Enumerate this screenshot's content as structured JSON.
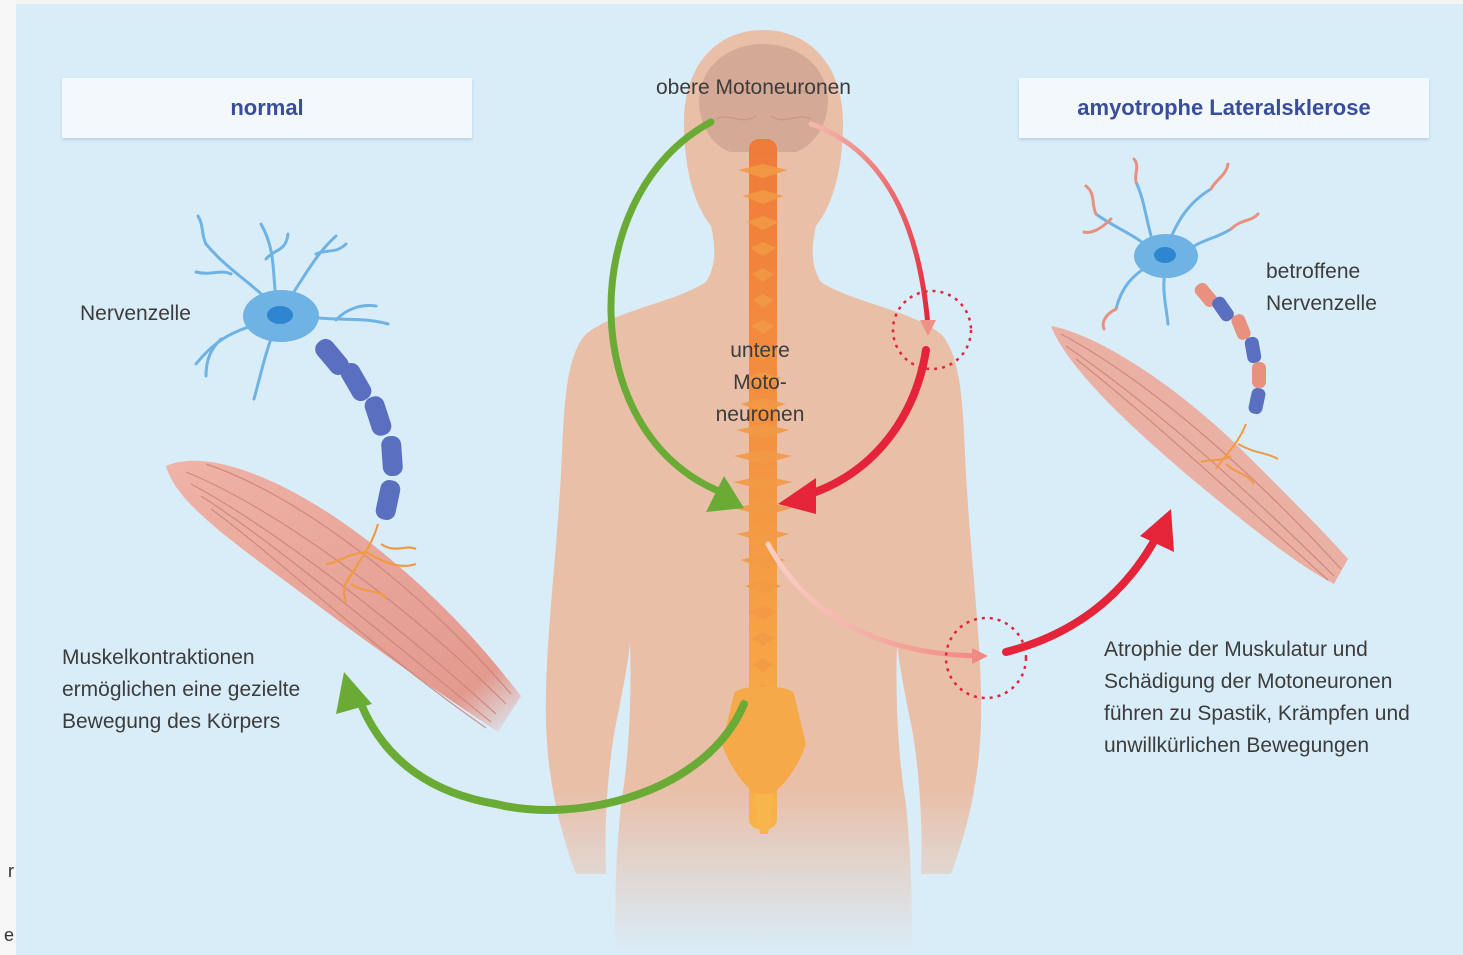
{
  "headers": {
    "normal": "normal",
    "als": "amyotrophe Lateralsklerose"
  },
  "labels": {
    "obere_motoneuronen": "obere Motoneuronen",
    "untere_motoneuronen": [
      "untere",
      "Moto-",
      "neuronen"
    ],
    "nervenzelle": "Nervenzelle",
    "betroffene_nervenzelle": [
      "betroffene",
      "Nervenzelle"
    ],
    "muskelkontraktionen": [
      "Muskelkontraktionen",
      "ermöglichen eine gezielte",
      "Bewegung des Körpers"
    ],
    "atrophie": [
      "Atrophie der Muskulatur und",
      "Schädigung der Motoneuronen",
      "führen zu Spastik, Krämpfen und",
      "unwillkürlichen Bewegungen"
    ]
  },
  "edge_glyphs": [
    "r",
    "e"
  ],
  "colors": {
    "background": "#d9edf9",
    "header_text": "#3a4d9c",
    "arrow_normal": "#6aab35",
    "arrow_als": "#e5243a",
    "body": "#e9bfa8",
    "spine": "#f2893c",
    "neuron": "#5ba3dc",
    "axon": "#5a6fbf",
    "muscle": "#e4a096"
  }
}
